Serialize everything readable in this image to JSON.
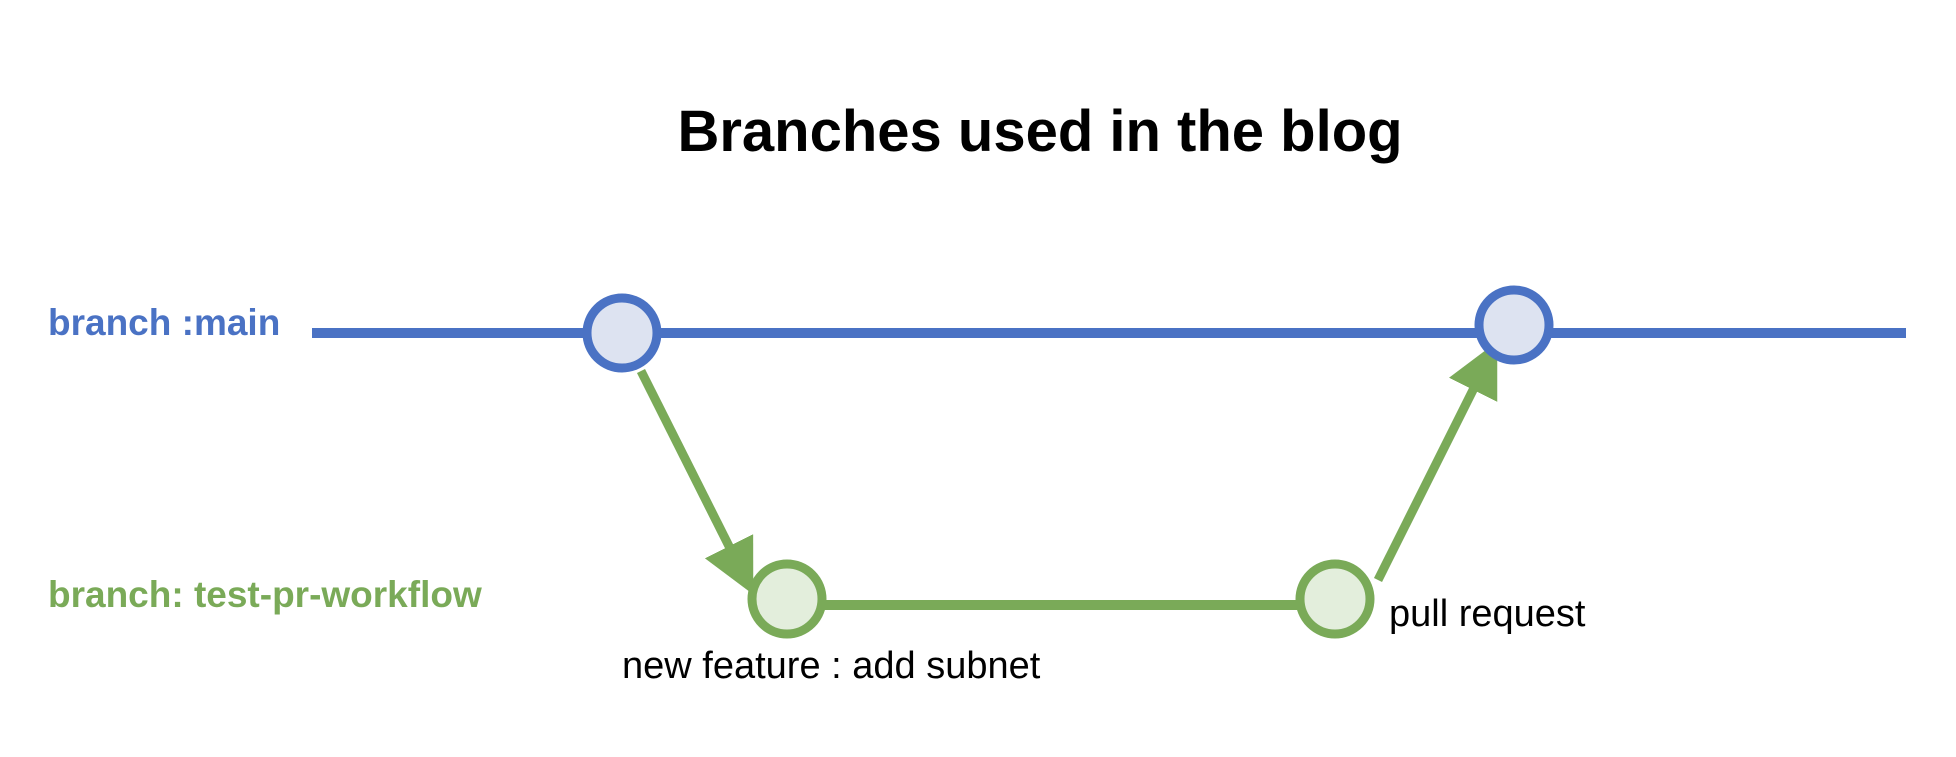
{
  "diagram": {
    "title": "Branches used in the blog",
    "branches": {
      "main": {
        "label": "branch :main"
      },
      "feature": {
        "label": "branch: test-pr-workflow"
      }
    },
    "annotations": {
      "new_feature": "new feature : add subnet",
      "pull_request": "pull request"
    },
    "colors": {
      "main_line": "#4a72c4",
      "main_node_fill": "#dde3f1",
      "feature_line": "#7aaa58",
      "feature_node_fill": "#e3eedc",
      "text": "#000000"
    }
  }
}
